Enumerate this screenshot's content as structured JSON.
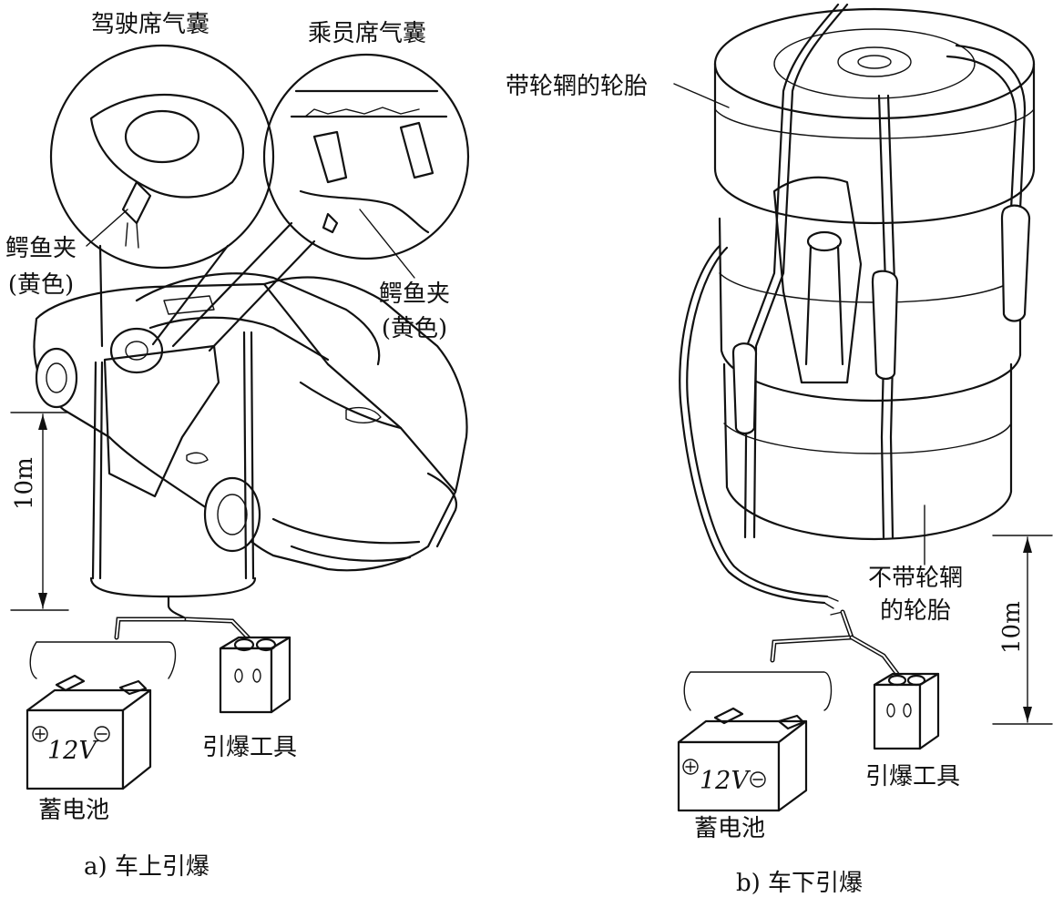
{
  "left": {
    "driver_airbag": "驾驶席气囊",
    "passenger_airbag": "乘员席气囊",
    "clip_left_line1": "鳄鱼夹",
    "clip_left_line2": "(黄色)",
    "clip_right_line1": "鳄鱼夹",
    "clip_right_line2": "(黄色)",
    "distance": "10m",
    "battery_voltage": "12V",
    "battery_label": "蓄电池",
    "detonator_label": "引爆工具",
    "caption": "a) 车上引爆"
  },
  "right": {
    "tire_with_rim": "带轮辋的轮胎",
    "tire_without_rim_line1": "不带轮辋",
    "tire_without_rim_line2": "的轮胎",
    "distance": "10m",
    "battery_voltage": "12V",
    "battery_label": "蓄电池",
    "detonator_label": "引爆工具",
    "caption": "b) 车下引爆"
  }
}
